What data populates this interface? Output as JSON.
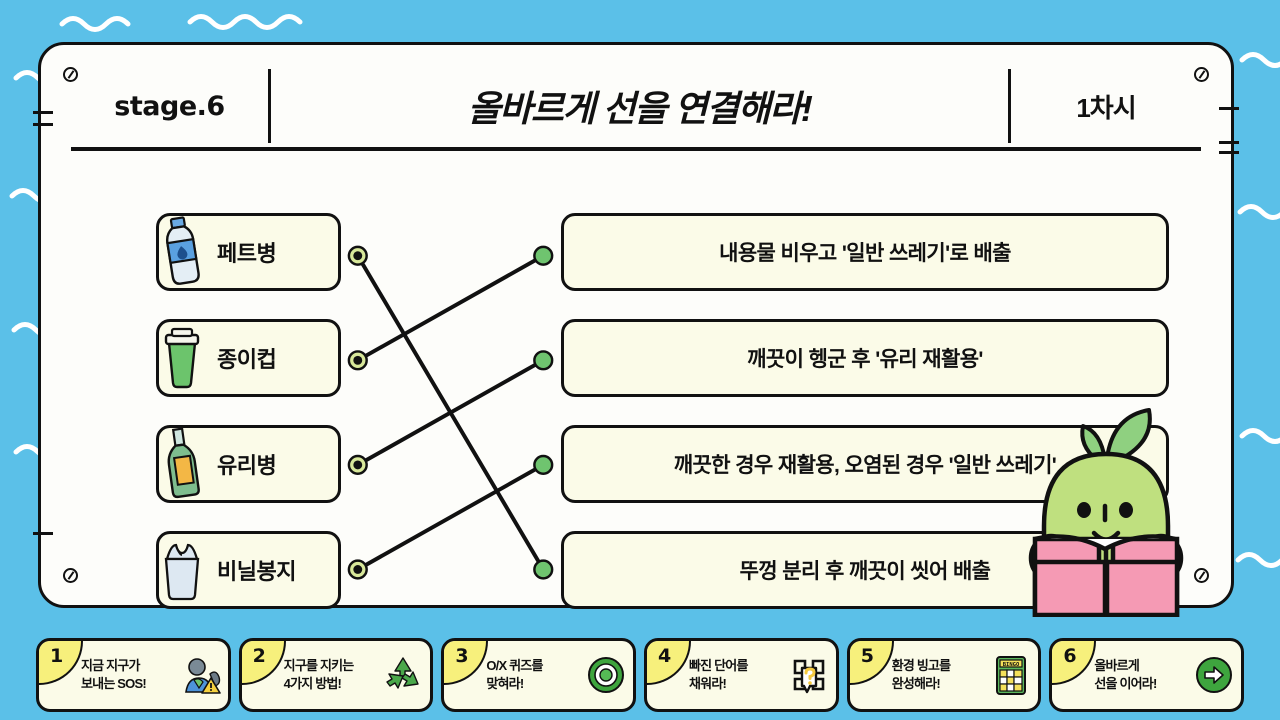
{
  "theme": {
    "background_color": "#5bc0e8",
    "board_color": "#fdfdfa",
    "card_color": "#fbfbe8",
    "outline_color": "#111111",
    "badge_color": "#f7f07c",
    "accent_green": "#5cb85c",
    "dot_left_color": "#d8e89a",
    "dot_right_color": "#6fc46f",
    "mascot_body_color": "#b5d96a",
    "mascot_book_color": "#f59ab4"
  },
  "header": {
    "stage_label": "stage.6",
    "title": "올바르게 선을 연결해라!",
    "session_label": "1차시"
  },
  "quiz": {
    "left_items": [
      {
        "label": "페트병",
        "icon": "pet-bottle-icon"
      },
      {
        "label": "종이컵",
        "icon": "paper-cup-icon"
      },
      {
        "label": "유리병",
        "icon": "glass-bottle-icon"
      },
      {
        "label": "비닐봉지",
        "icon": "plastic-bag-icon"
      }
    ],
    "right_items": [
      {
        "label": "내용물 비우고 '일반 쓰레기'로 배출"
      },
      {
        "label": "깨끗이 헹군 후 '유리 재활용'"
      },
      {
        "label": "깨끗한 경우 재활용, 오염된 경우 '일반 쓰레기'"
      },
      {
        "label": "뚜껑 분리 후 깨끗이 씻어 배출"
      }
    ],
    "connections": [
      {
        "from": 0,
        "to": 3
      },
      {
        "from": 1,
        "to": 0
      },
      {
        "from": 2,
        "to": 1
      },
      {
        "from": 3,
        "to": 2
      }
    ]
  },
  "tabs": [
    {
      "number": "1",
      "line1": "지금 지구가",
      "line2": "보내는 SOS!",
      "icon": "earth-sos-icon"
    },
    {
      "number": "2",
      "line1": "지구를 지키는",
      "line2": "4가지 방법!",
      "icon": "recycle-icon"
    },
    {
      "number": "3",
      "line1": "O/X 퀴즈를",
      "line2": "맞혀라!",
      "icon": "target-circle-icon"
    },
    {
      "number": "4",
      "line1": "빠진 단어를",
      "line2": "채워라!",
      "icon": "question-book-icon"
    },
    {
      "number": "5",
      "line1": "환경 빙고를",
      "line2": "완성해라!",
      "icon": "bingo-card-icon"
    },
    {
      "number": "6",
      "line1": "올바르게",
      "line2": "선을 이어라!",
      "icon": "arrow-right-circle-icon"
    }
  ],
  "mascot": {
    "name": "green-sprout-reading-book"
  }
}
